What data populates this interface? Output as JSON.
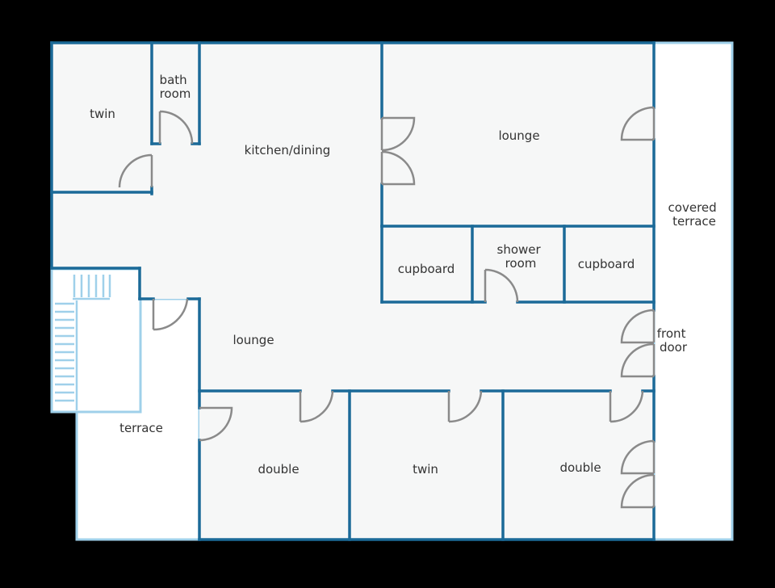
{
  "colors": {
    "background": "#000000",
    "wall": "#1b6a98",
    "outdoor_outline": "#9fd0ea",
    "floor": "#f6f7f7",
    "outdoor_floor": "#ffffff",
    "door": "#8a8a8a",
    "stairs": "#9fd0ea",
    "label": "#333333"
  },
  "rooms": {
    "twin_top": [
      "twin"
    ],
    "bathroom": [
      "bath",
      "room"
    ],
    "kitchen": [
      "kitchen/dining"
    ],
    "lounge_top": [
      "lounge"
    ],
    "covered_terrace": [
      "covered",
      "terrace"
    ],
    "cupboard_left": [
      "cupboard"
    ],
    "shower_room": [
      "shower",
      "room"
    ],
    "cupboard_right": [
      "cupboard"
    ],
    "front_door": [
      "front",
      "door"
    ],
    "lounge_main": [
      "lounge"
    ],
    "terrace": [
      "terrace"
    ],
    "double_left": [
      "double"
    ],
    "twin_bottom": [
      "twin"
    ],
    "double_right": [
      "double"
    ]
  }
}
